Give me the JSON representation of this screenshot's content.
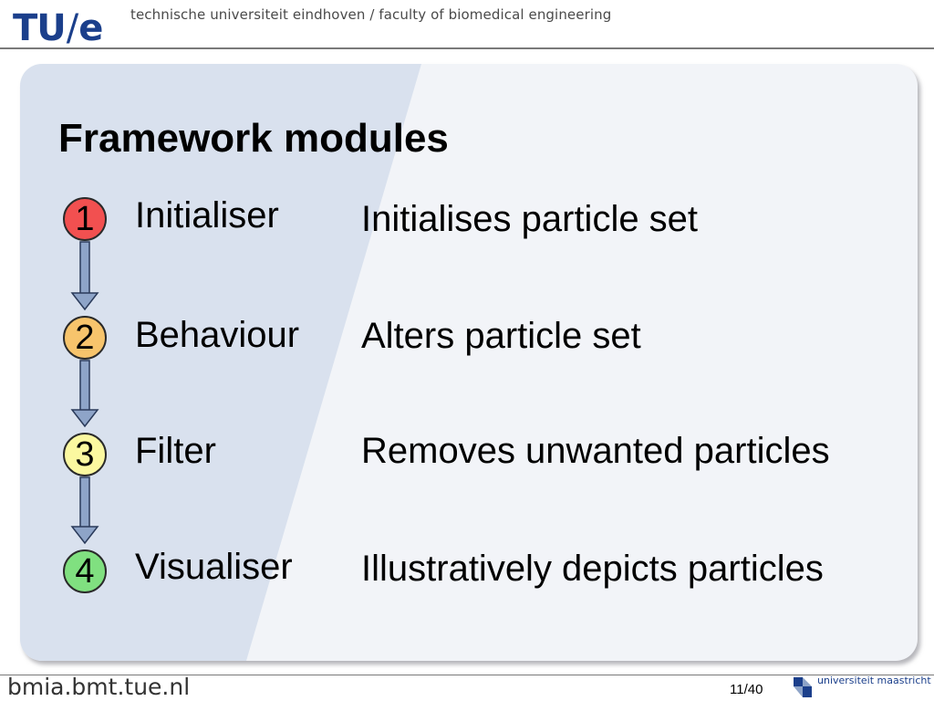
{
  "header": {
    "logo_text_tu": "TU",
    "logo_text_slash": "/",
    "logo_text_e": "e",
    "institution": "technische universiteit eindhoven / faculty of biomedical engineering"
  },
  "slide": {
    "title": "Framework modules",
    "steps": [
      {
        "number": "1",
        "name": "Initialiser",
        "description": "Initialises particle set",
        "color": "#f25050"
      },
      {
        "number": "2",
        "name": "Behaviour",
        "description": "Alters particle set",
        "color": "#f7c46c"
      },
      {
        "number": "3",
        "name": "Filter",
        "description": "Removes unwanted particles",
        "color": "#fbf8a0"
      },
      {
        "number": "4",
        "name": "Visualiser",
        "description": "Illustratively depicts particles",
        "color": "#80e080"
      }
    ]
  },
  "footer": {
    "site": "bmia.bmt.tue.nl",
    "page_indicator": "11/40",
    "partner": "universiteit maastricht",
    "partner_logo_icon": "um-logo-icon"
  },
  "colors": {
    "brand_blue": "#1b3f8b",
    "arrow_fill": "#8ea4c8",
    "arrow_stroke": "#2a3a5a",
    "panel_diagonal": "#d9e1ee"
  }
}
